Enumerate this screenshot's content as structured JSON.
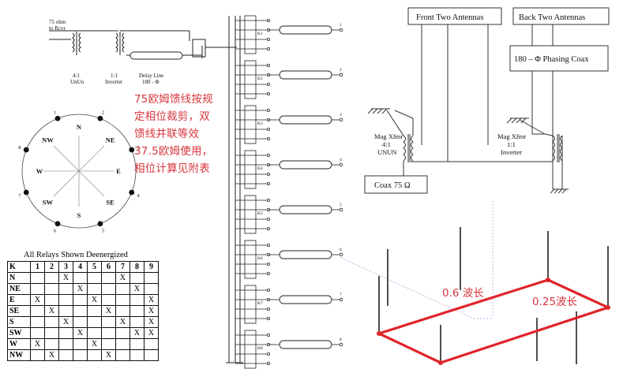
{
  "left_schematic": {
    "input_label_1": "75 ohm",
    "input_label_2": "to Rcvr",
    "unun_ratio": "4:1",
    "unun_label": "UnUn",
    "inverter_ratio": "1:1",
    "inverter_label": "Inverter",
    "delay_label_1": "Delay Line",
    "delay_label_2": "180 - Φ",
    "relay_labels": [
      "K1",
      "K2",
      "K3",
      "K4",
      "K5",
      "K6",
      "K7",
      "K8"
    ],
    "output_numbers": [
      "1",
      "2",
      "3",
      "4",
      "5",
      "6",
      "7",
      "8"
    ]
  },
  "note_lines": [
    "75欧姆馈线按规",
    "定相位裁剪，双",
    "馈线并联等效",
    "37.5欧姆使用，",
    "相位计算见附表"
  ],
  "compass": {
    "directions": [
      "N",
      "NE",
      "E",
      "SE",
      "S",
      "SW",
      "W",
      "NW"
    ],
    "antenna_numbers": [
      "1",
      "2",
      "3",
      "4",
      "5",
      "6",
      "7",
      "8"
    ]
  },
  "relay_table": {
    "title": "All Relays Shown Deenergized",
    "header": [
      "K",
      "1",
      "2",
      "3",
      "4",
      "5",
      "6",
      "7",
      "8",
      "9"
    ],
    "rows": [
      [
        "N",
        "",
        "",
        "X",
        "",
        "",
        "",
        "X",
        "",
        ""
      ],
      [
        "NE",
        "",
        "",
        "",
        "X",
        "",
        "",
        "",
        "X",
        ""
      ],
      [
        "E",
        "X",
        "",
        "",
        "",
        "X",
        "",
        "",
        "",
        "X"
      ],
      [
        "SE",
        "",
        "X",
        "",
        "",
        "",
        "X",
        "",
        "",
        "X"
      ],
      [
        "S",
        "",
        "",
        "X",
        "",
        "",
        "",
        "X",
        "",
        "X"
      ],
      [
        "SW",
        "",
        "",
        "",
        "X",
        "",
        "",
        "",
        "X",
        "X"
      ],
      [
        "W",
        "X",
        "",
        "",
        "",
        "X",
        "",
        "",
        "",
        ""
      ],
      [
        "NW",
        "",
        "X",
        "",
        "",
        "",
        "X",
        "",
        "",
        ""
      ]
    ]
  },
  "right_schematic": {
    "front_box": "Front Two Antennas",
    "back_box": "Back Two Antennas",
    "phasing_box": "180 – Φ Phasing Coax",
    "mag_left_1": "Mag Xfmr",
    "mag_left_2": "4:1",
    "mag_left_3": "UNUN",
    "mag_right_1": "Mag Xfmr",
    "mag_right_2": "1:1",
    "mag_right_3": "Inverter",
    "coax_box": "Coax 75 Ω"
  },
  "array_3d": {
    "label_length": "0.6  波长",
    "label_width": "0.25波长",
    "colors": {
      "outline": "#e0242a",
      "label": "#d9363e",
      "guide": "#c58ad8"
    }
  }
}
